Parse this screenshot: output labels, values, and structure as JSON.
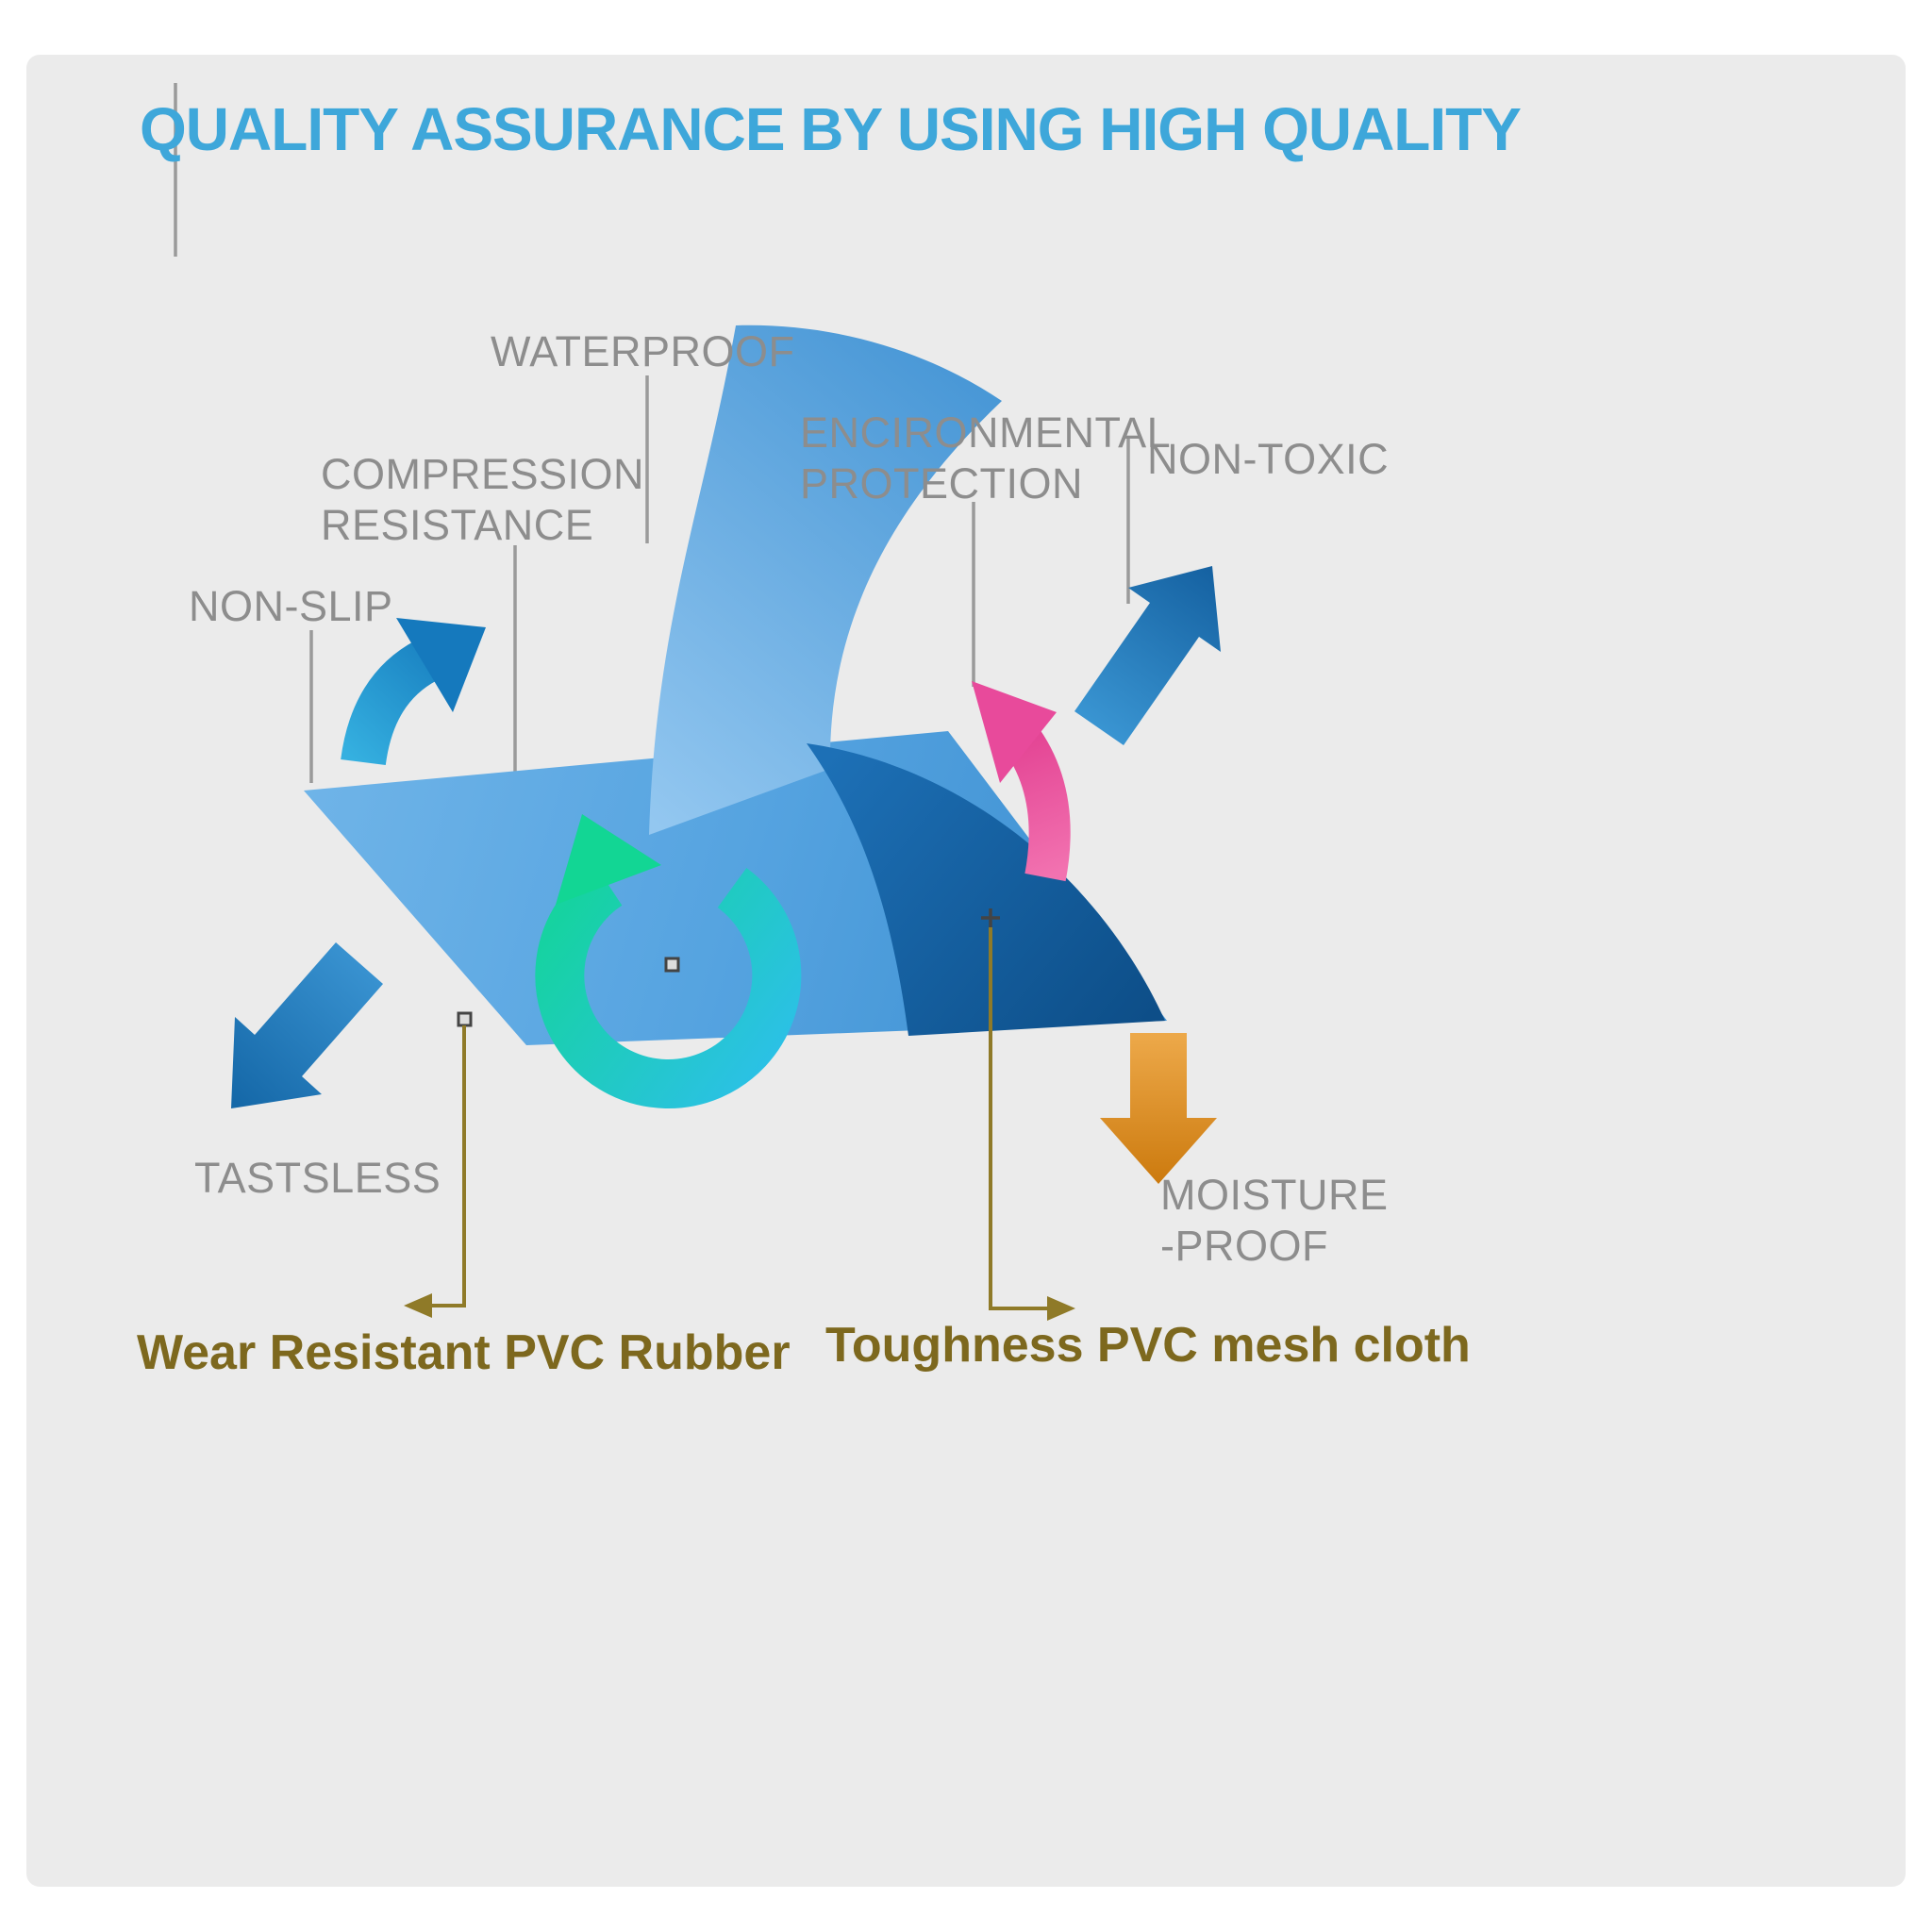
{
  "title": "QUALITY ASSURANCE BY USING HIGH QUALITY",
  "feature_labels": {
    "waterproof": "WATERPROOF",
    "environmental_line1": "ENCIRONMENTAL",
    "environmental_line2": "PROTECTION",
    "non_toxic": "NON-TOXIC",
    "compression_line1": "COMPRESSION",
    "compression_line2": "RESISTANCE",
    "non_slip": "NON-SLIP",
    "tastsless": "TASTSLESS",
    "moisture_line1": "MOISTURE",
    "moisture_line2": "-PROOF"
  },
  "material_callouts": {
    "left": "Wear Resistant PVC Rubber",
    "right": "Toughness PVC mesh cloth"
  },
  "colors": {
    "title": "#3ea7da",
    "feature_label": "#8d8d8d",
    "callout_text": "#7d681e",
    "leader_line": "#8f7a28",
    "background": "#ebebeb",
    "mat_blue": "#4f9fdc",
    "mat_dark_blue": "#10569a",
    "arrow_teal": "#14d696",
    "arrow_pink": "#e2378b",
    "arrow_orange": "#d98a1a",
    "arrow_blue": "#2585c4"
  }
}
